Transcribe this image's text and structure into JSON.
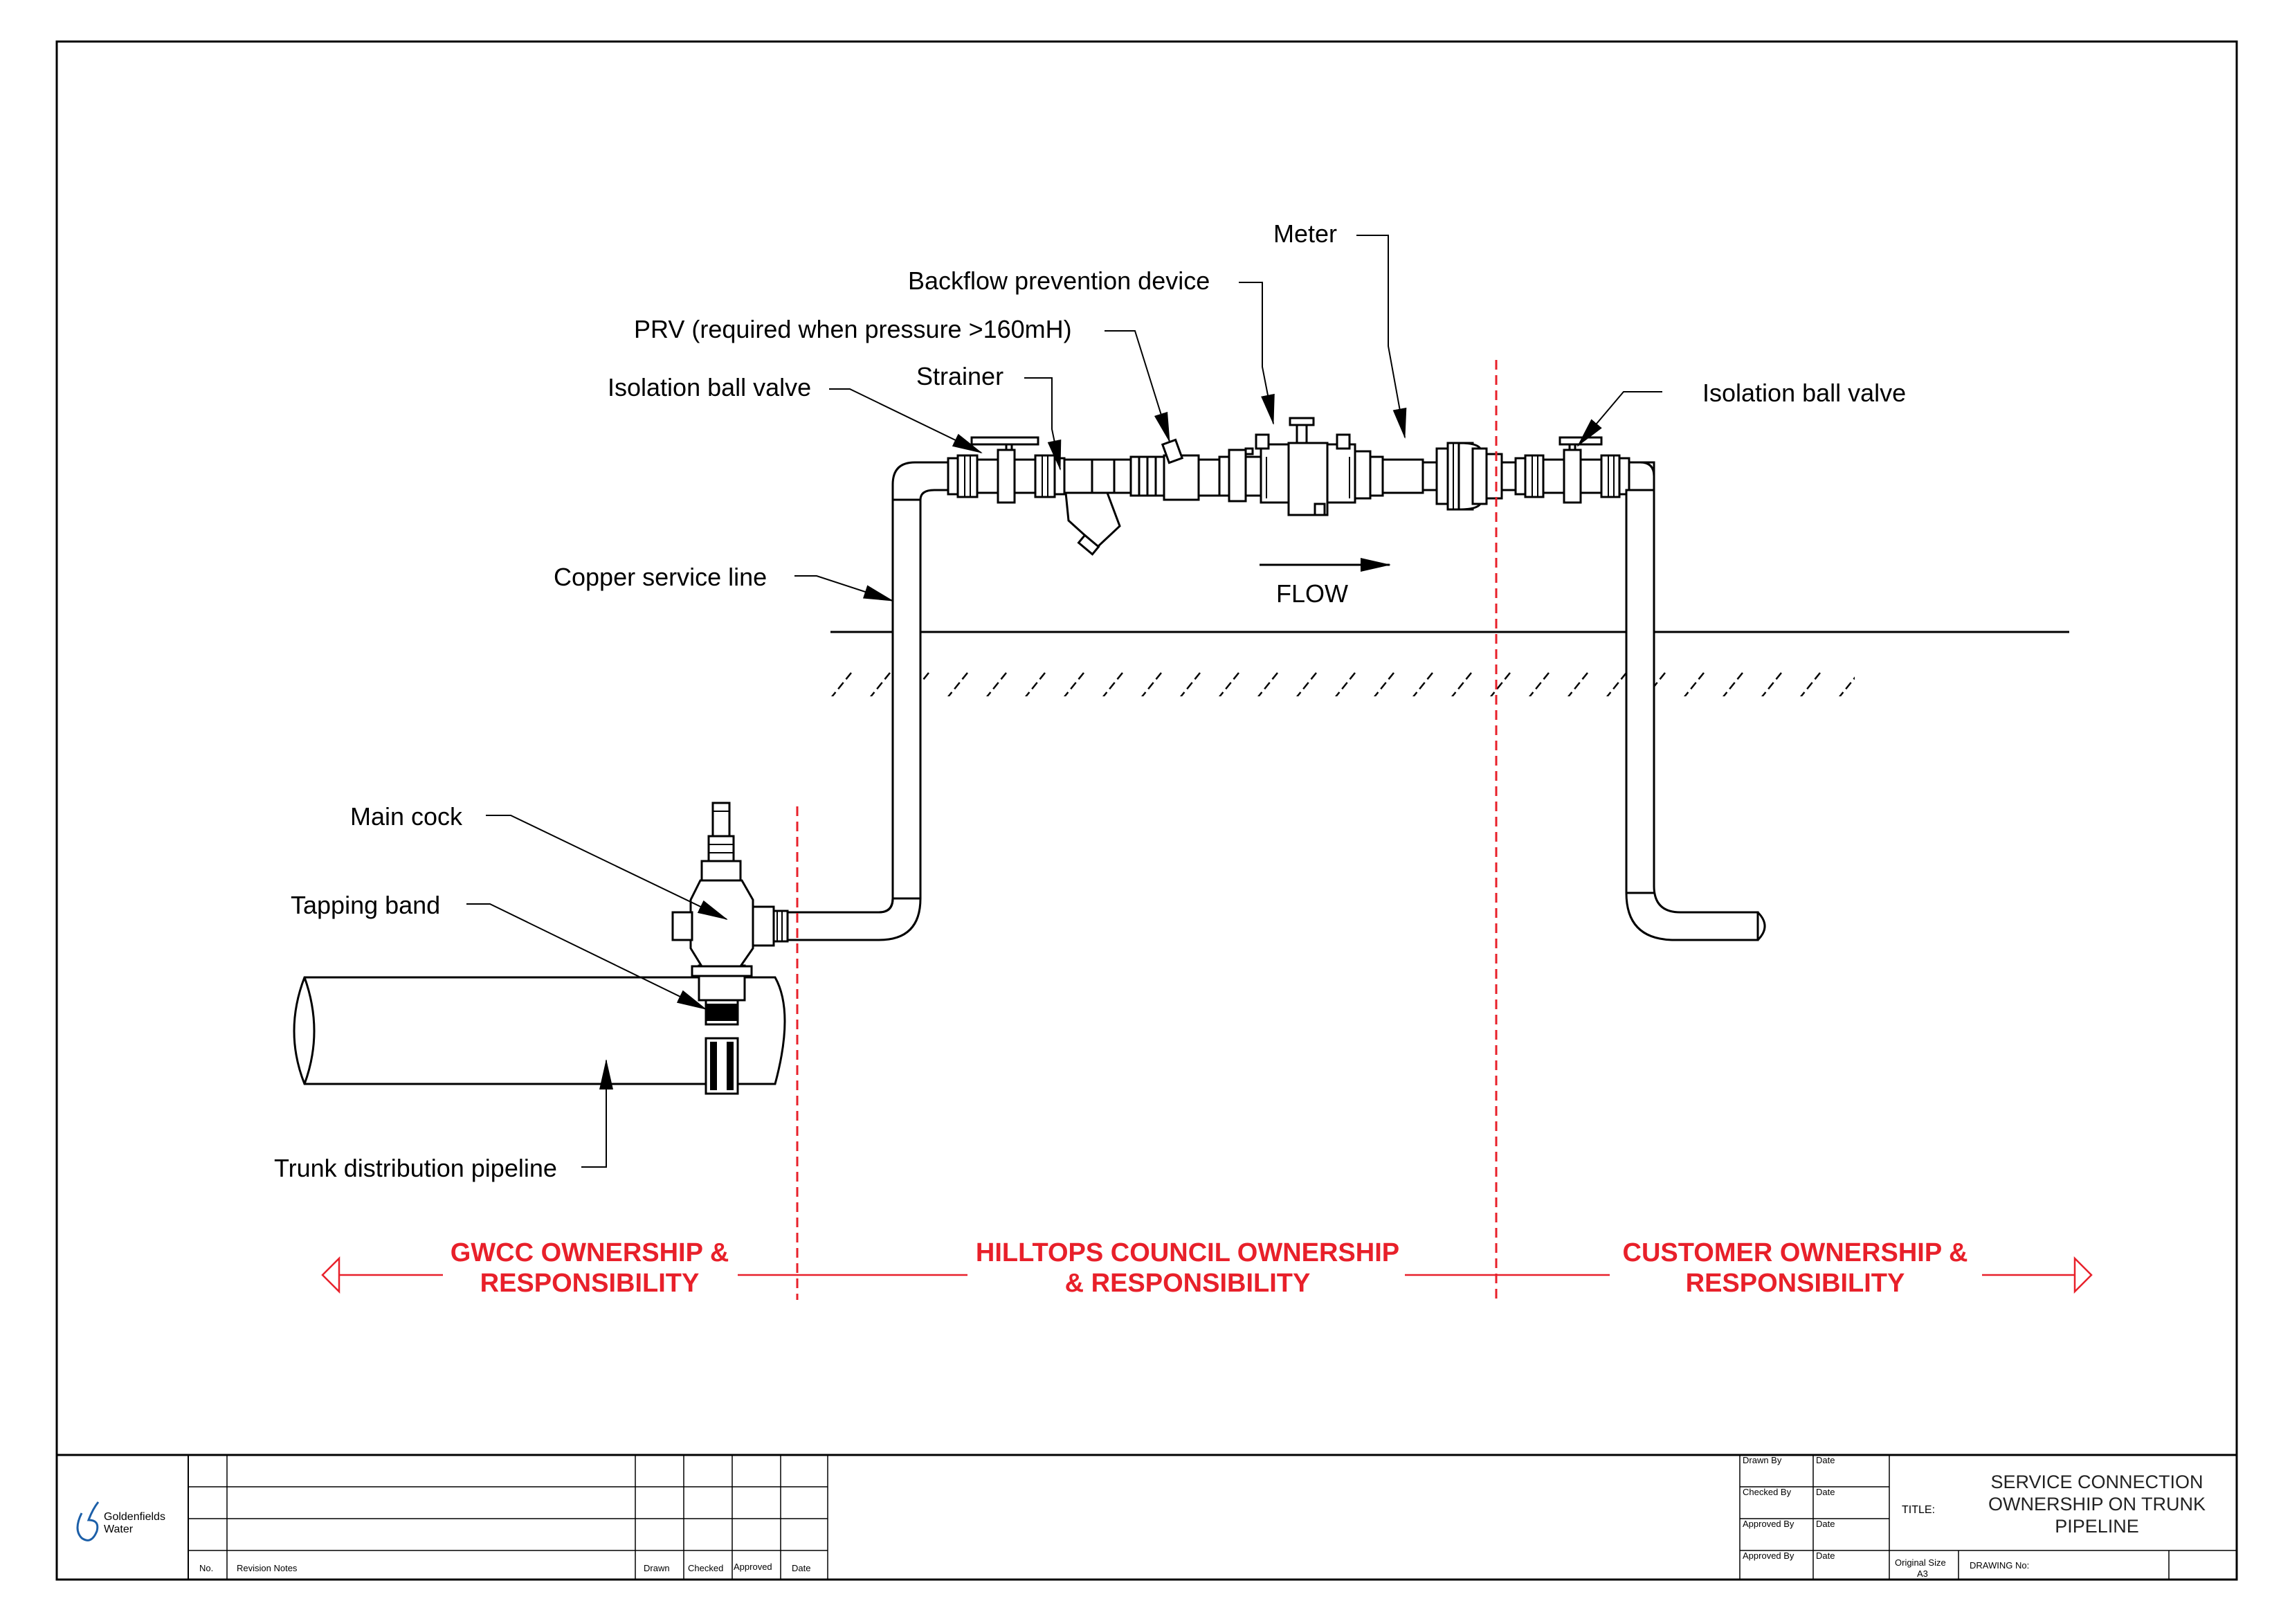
{
  "labels": {
    "meter": "Meter",
    "backflow": "Backflow prevention device",
    "prv": "PRV (required when pressure >160mH)",
    "strainer": "Strainer",
    "isolation_left": "Isolation ball valve",
    "isolation_right": "Isolation ball valve",
    "copper": "Copper service line",
    "flow": "FLOW",
    "main_cock": "Main cock",
    "tapping_band": "Tapping band",
    "trunk": "Trunk distribution pipeline"
  },
  "ownership": {
    "gwcc_line1": "GWCC OWNERSHIP &",
    "gwcc_line2": "RESPONSIBILITY",
    "hilltops_line1": "HILLTOPS COUNCIL OWNERSHIP",
    "hilltops_line2": "& RESPONSIBILITY",
    "customer_line1": "CUSTOMER OWNERSHIP &",
    "customer_line2": "RESPONSIBILITY",
    "color": "#e8202a"
  },
  "title_block": {
    "logo_line1": "Goldenfields",
    "logo_line2": "Water",
    "col_no": "No.",
    "col_revision_notes": "Revision Notes",
    "col_drawn": "Drawn",
    "col_checked": "Checked",
    "col_approved": "Approved",
    "col_date": "Date",
    "drawn_by": "Drawn By",
    "checked_by": "Checked By",
    "approved_by_1": "Approved By",
    "approved_by_2": "Approved By",
    "date_1": "Date",
    "date_2": "Date",
    "date_3": "Date",
    "date_4": "Date",
    "title_label": "TITLE:",
    "title_line1": "SERVICE CONNECTION",
    "title_line2": "OWNERSHIP ON TRUNK",
    "title_line3": "PIPELINE",
    "original_size_label": "Original Size",
    "original_size_value": "A3",
    "drawing_no_label": "DRAWING No:"
  }
}
